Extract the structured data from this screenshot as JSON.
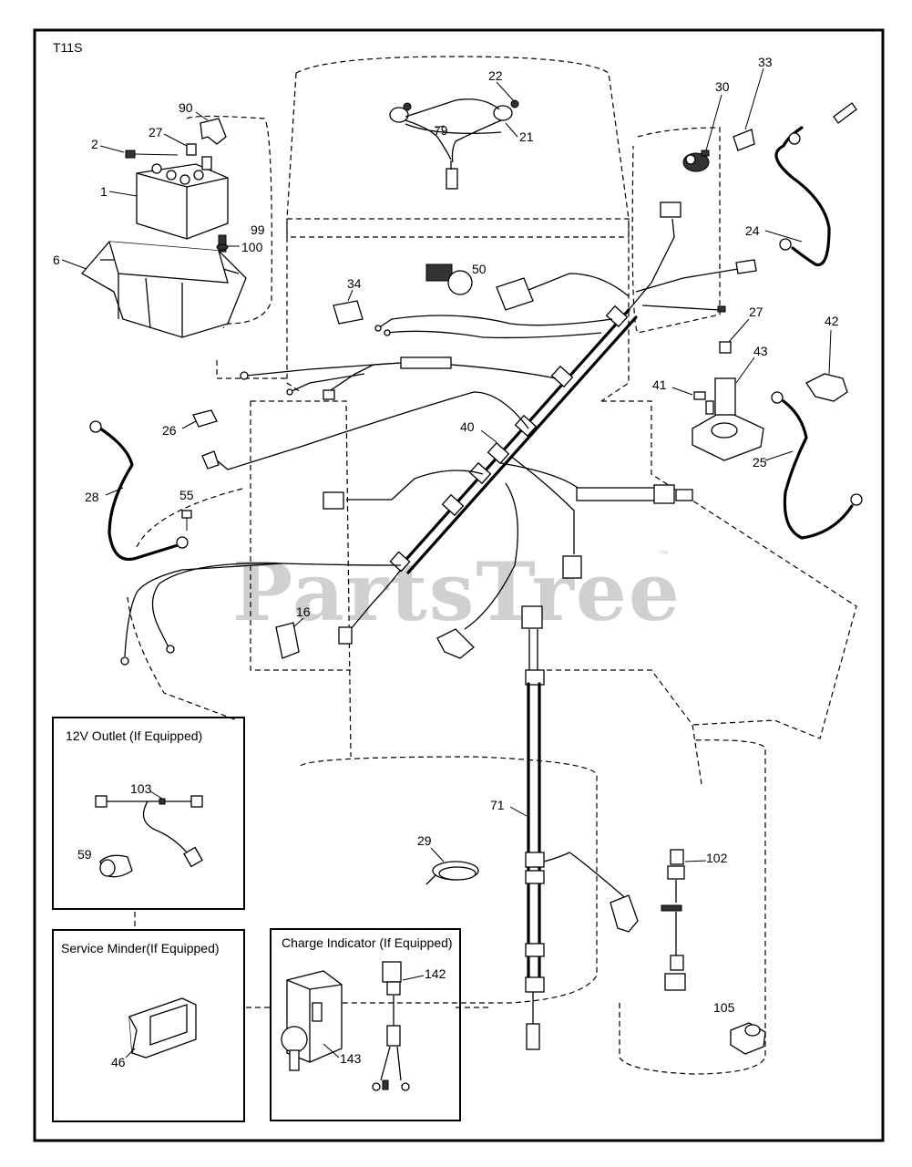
{
  "diagram_code": "T11S",
  "watermark": "PartsTree",
  "watermark_mark": "™",
  "callouts": {
    "c1": "1",
    "c2": "2",
    "c6": "6",
    "c27a": "27",
    "c90": "90",
    "c99": "99",
    "c100": "100",
    "c22": "22",
    "c79": "79",
    "c21": "21",
    "c30": "30",
    "c33": "33",
    "c24": "24",
    "c34": "34",
    "c50": "50",
    "c27b": "27",
    "c42": "42",
    "c43": "43",
    "c41": "41",
    "c26": "26",
    "c40": "40",
    "c25": "25",
    "c28": "28",
    "c55": "55",
    "c16": "16",
    "c71": "71",
    "c29": "29",
    "c102": "102",
    "c105": "105"
  },
  "boxes": {
    "outlet": {
      "title": "12V Outlet (If Equipped)",
      "c103": "103",
      "c59": "59"
    },
    "service": {
      "title": "Service Minder(If Equipped)",
      "c46": "46"
    },
    "charge": {
      "title": "Charge Indicator (If Equipped)",
      "c142": "142",
      "c143": "143"
    }
  }
}
